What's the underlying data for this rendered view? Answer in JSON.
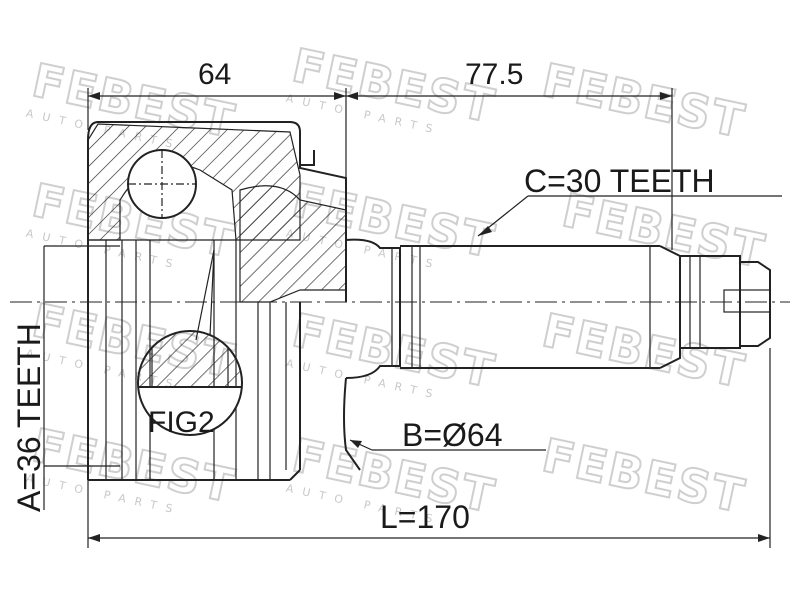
{
  "brand": {
    "watermark": "FEBEST",
    "watermark_sub": "AUTO PARTS"
  },
  "dimensions": {
    "left_length": "64",
    "right_length": "77.5",
    "total_length": "L=170"
  },
  "labels": {
    "outer_teeth": "C=30 TEETH",
    "inner_teeth": "A=36 TEETH",
    "diameter": "B=Ø64",
    "figure": "FIG2"
  }
}
